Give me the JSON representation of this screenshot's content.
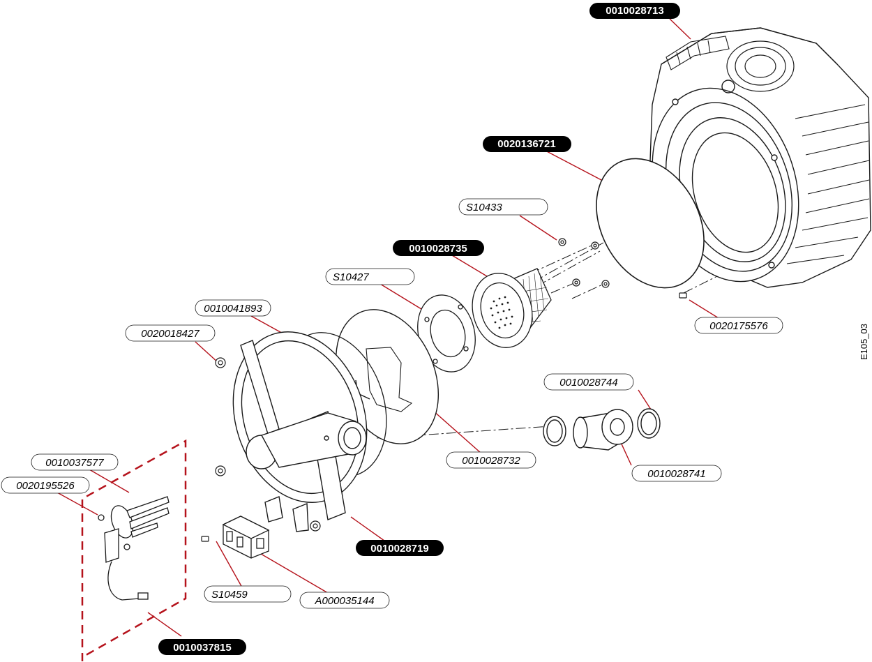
{
  "diagram_id": "E105_03",
  "colors": {
    "leader": "#b5121b",
    "outline": "#1a1a1a",
    "label_fill_dark": "#000000",
    "label_text_dark": "#ffffff",
    "label_fill_light": "#ffffff",
    "label_text_light": "#000000"
  },
  "labels": {
    "heat_exchanger": "0010028713",
    "seal_front": "0020136721",
    "screw_s10433": "S10433",
    "burner": "0010028735",
    "gasket_s10427": "S10427",
    "seal_0010041893": "0010041893",
    "nut_0020018427": "0020018427",
    "screw_0020175576": "0020175576",
    "o_ring_0010028744": "0010028744",
    "insulation_0010028732": "0010028732",
    "venturi_0010028741": "0010028741",
    "electrode_0010037577": "0010037577",
    "screw_0020195526": "0020195526",
    "burner_door_0010028719": "0010028719",
    "screw_s10459": "S10459",
    "transformer_a000035144": "A000035144",
    "electrode_kit_0010037815": "0010037815"
  }
}
